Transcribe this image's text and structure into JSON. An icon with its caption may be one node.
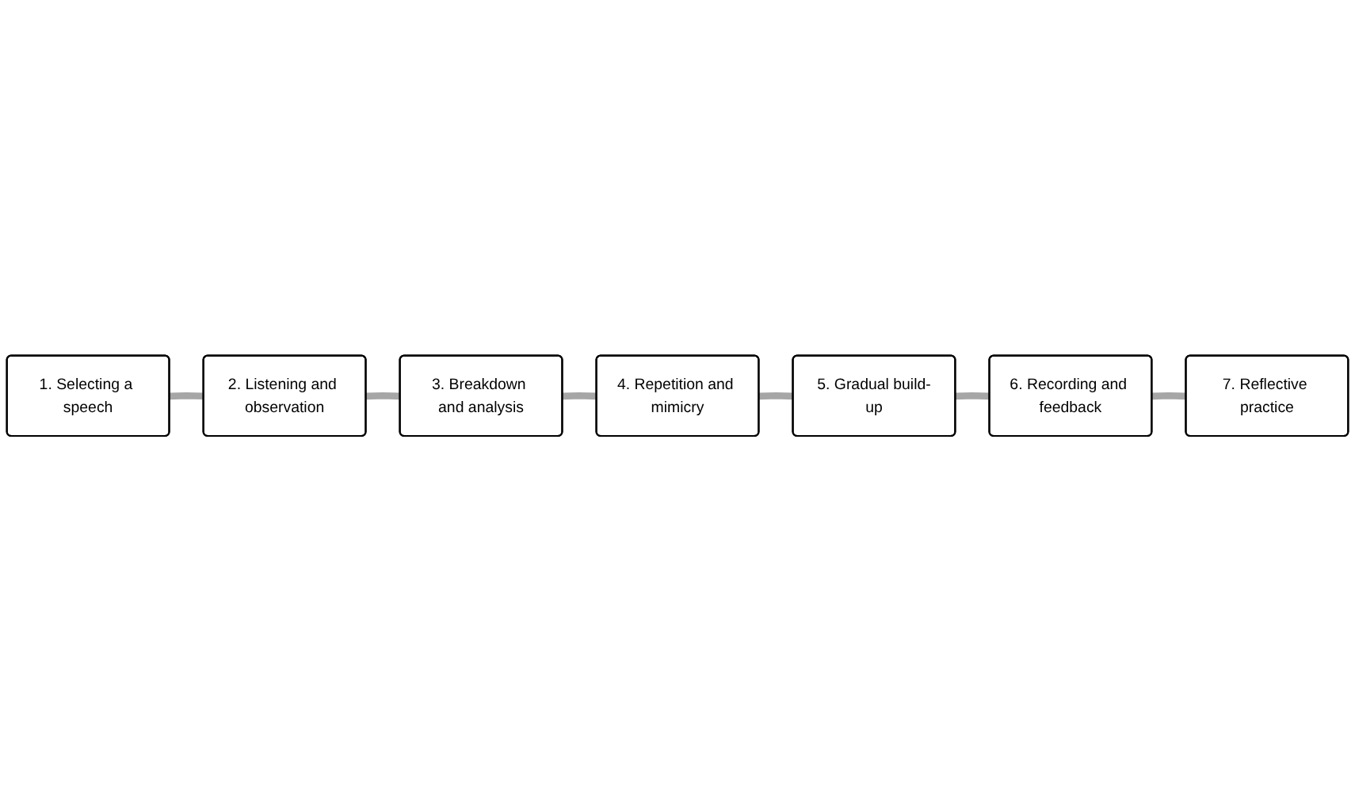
{
  "diagram": {
    "nodes": [
      {
        "text": [
          "1. Selecting a speech"
        ]
      },
      {
        "text": [
          "2. Listening and observation"
        ]
      },
      {
        "text": [
          "3. Breakdown and analysis"
        ]
      },
      {
        "text": [
          "4. Repetition and mimicry"
        ]
      },
      {
        "text": [
          "5. Gradual build-up"
        ]
      },
      {
        "text": [
          "6. Recording and feedback"
        ]
      },
      {
        "text": [
          "7. Reflective practice"
        ]
      }
    ],
    "edges": [
      {
        "from": 0,
        "to": 1,
        "arrow": "none"
      },
      {
        "from": 1,
        "to": 2,
        "arrow": "none"
      },
      {
        "from": 2,
        "to": 3,
        "arrow": "none"
      },
      {
        "from": 3,
        "to": 4,
        "arrow": "none"
      },
      {
        "from": 4,
        "to": 5,
        "arrow": "none"
      },
      {
        "from": 5,
        "to": 6,
        "arrow": "none"
      }
    ]
  }
}
